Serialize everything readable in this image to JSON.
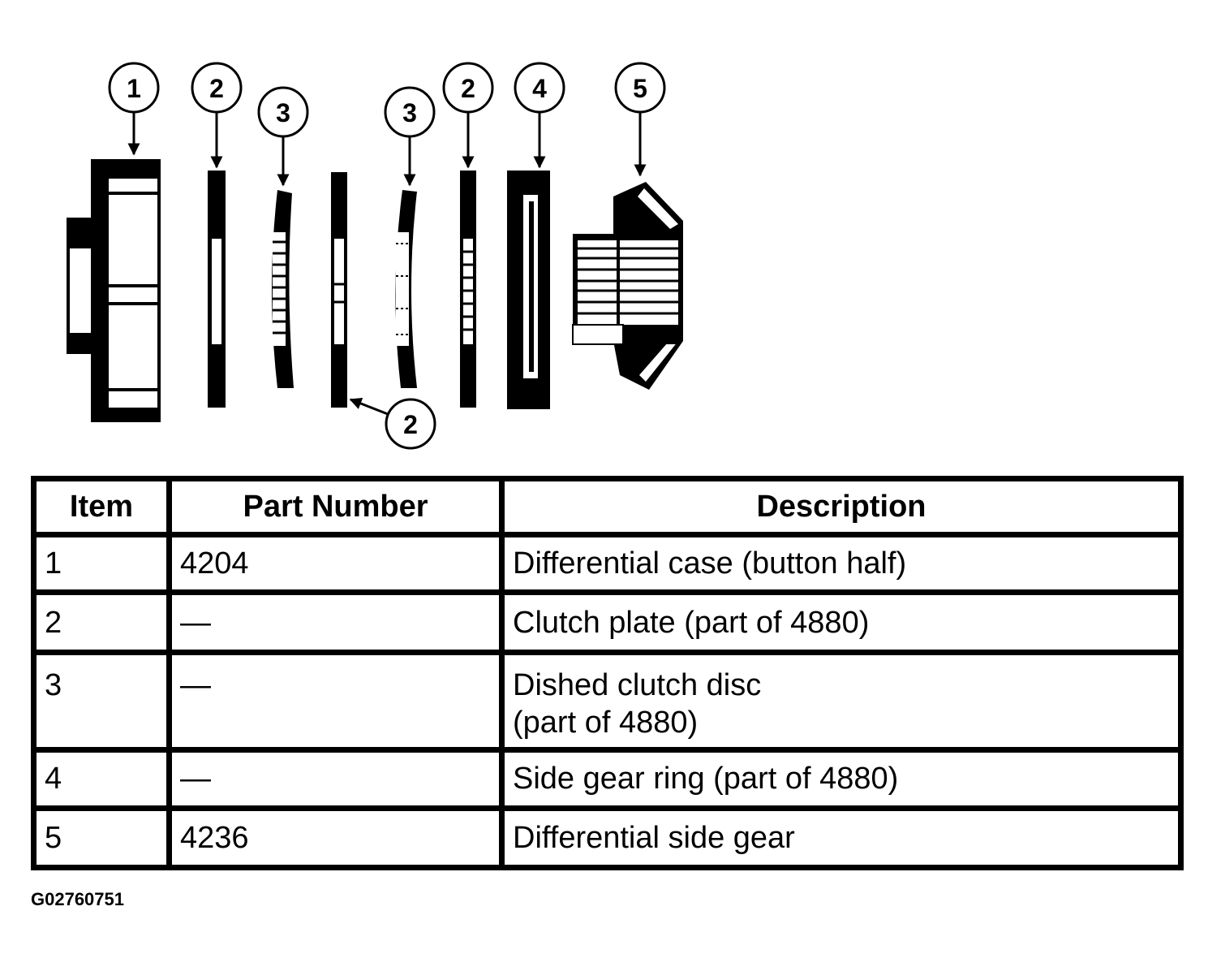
{
  "callouts": [
    "1",
    "2",
    "3",
    "3",
    "2",
    "4",
    "5",
    "2"
  ],
  "table": {
    "headers": [
      "Item",
      "Part Number",
      "Description"
    ],
    "rows": [
      {
        "item": "1",
        "part": "4204",
        "desc": [
          "Differential case (button half)"
        ]
      },
      {
        "item": "2",
        "part": "—",
        "desc": [
          "Clutch plate (part of 4880)"
        ]
      },
      {
        "item": "3",
        "part": "—",
        "desc": [
          "Dished clutch disc",
          "(part of 4880)"
        ]
      },
      {
        "item": "4",
        "part": "—",
        "desc": [
          "Side gear ring (part of 4880)"
        ]
      },
      {
        "item": "5",
        "part": "4236",
        "desc": [
          "Differential side gear"
        ]
      }
    ]
  },
  "figure_code": "G02760751"
}
